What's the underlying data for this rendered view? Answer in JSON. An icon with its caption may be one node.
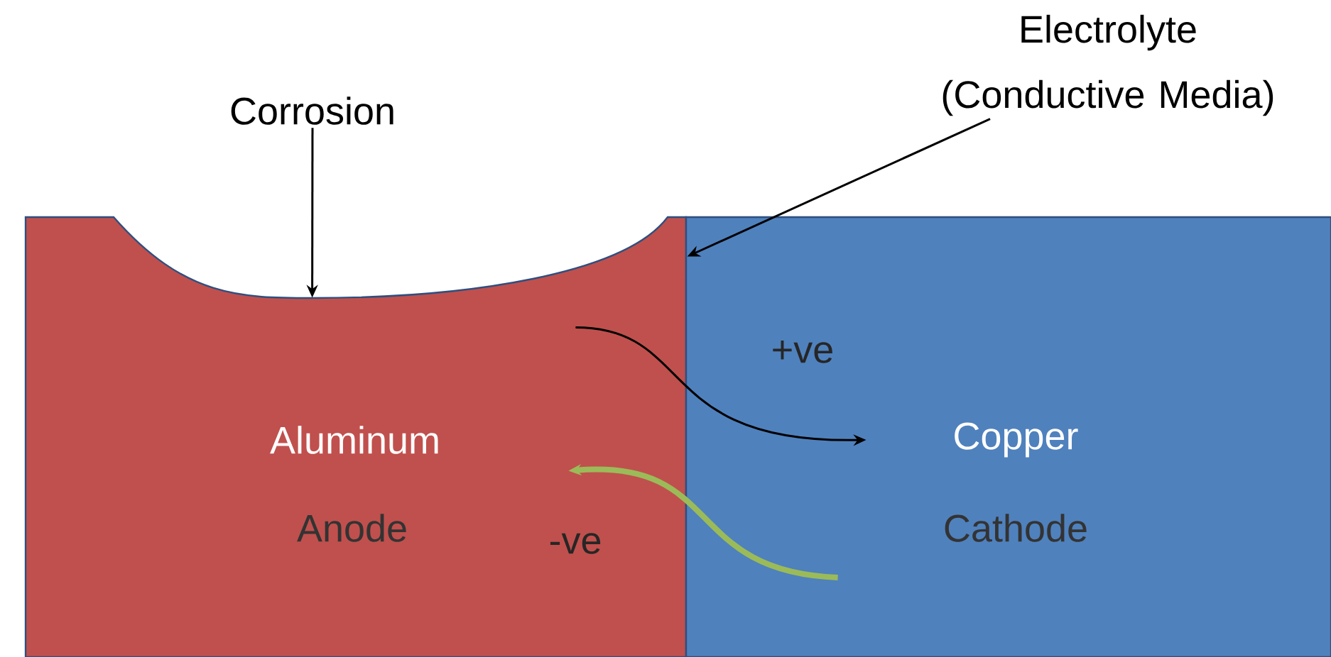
{
  "diagram": {
    "nodes": [
      {
        "text": [
          "Aluminum",
          "Anode"
        ]
      },
      {
        "text": [
          "Copper",
          "Cathode"
        ]
      },
      {
        "text": [
          "Corrosion"
        ]
      },
      {
        "text": [
          "Electrolyte (Conductive Media)"
        ]
      }
    ],
    "edges": [
      {
        "from": 2,
        "to": 0,
        "arrow": "to"
      },
      {
        "from": 3,
        "to": 1,
        "arrow": "to"
      },
      {
        "from": 0,
        "to": 1,
        "arrow": "to",
        "label": "+ve"
      },
      {
        "from": 1,
        "to": 0,
        "arrow": "to",
        "label": "-ve",
        "color": "#9bbb59",
        "style": "thick"
      }
    ]
  }
}
